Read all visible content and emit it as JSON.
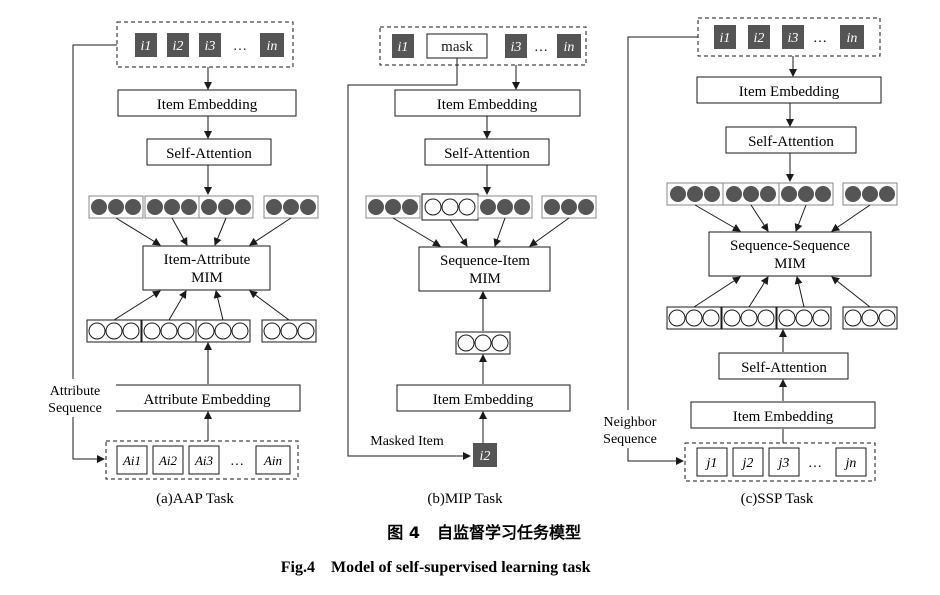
{
  "figure": {
    "caption_zh_label": "图 4",
    "caption_zh_text": "自监督学习任务模型",
    "caption_en_label": "Fig.4",
    "caption_en_text": "Model of self-supervised learning task"
  },
  "aap": {
    "task_label": "(a)AAP Task",
    "items": [
      "i1",
      "i2",
      "i3",
      "…",
      "in"
    ],
    "item_embedding": "Item Embedding",
    "self_attention": "Self-Attention",
    "mim_line1": "Item-Attribute",
    "mim_line2": "MIM",
    "attribute_embedding": "Attribute Embedding",
    "side_label_line1": "Attribute",
    "side_label_line2": "Sequence",
    "attributes": [
      "Ai1",
      "Ai2",
      "Ai3",
      "…",
      "Ain"
    ]
  },
  "mip": {
    "task_label": "(b)MIP Task",
    "items": [
      "i1",
      "mask",
      "i3",
      "…",
      "in"
    ],
    "item_embedding_top": "Item Embedding",
    "self_attention": "Self-Attention",
    "mim_line1": "Sequence-Item",
    "mim_line2": "MIM",
    "item_embedding_bottom": "Item Embedding",
    "masked_item_label": "Masked Item",
    "masked_item": "i2"
  },
  "ssp": {
    "task_label": "(c)SSP Task",
    "items": [
      "i1",
      "i2",
      "i3",
      "…",
      "in"
    ],
    "item_embedding_top": "Item Embedding",
    "self_attention_top": "Self-Attention",
    "mim_line1": "Sequence-Sequence",
    "mim_line2": "MIM",
    "self_attention_bottom": "Self-Attention",
    "item_embedding_bottom": "Item Embedding",
    "side_label_line1": "Neighbor",
    "side_label_line2": "Sequence",
    "neighbors": [
      "j1",
      "j2",
      "j3",
      "…",
      "jn"
    ]
  },
  "colors": {
    "line": "#1a1a1a",
    "filled_item": "#555555",
    "filled_circle": "#555555",
    "group_border": "#8a8a8a"
  }
}
